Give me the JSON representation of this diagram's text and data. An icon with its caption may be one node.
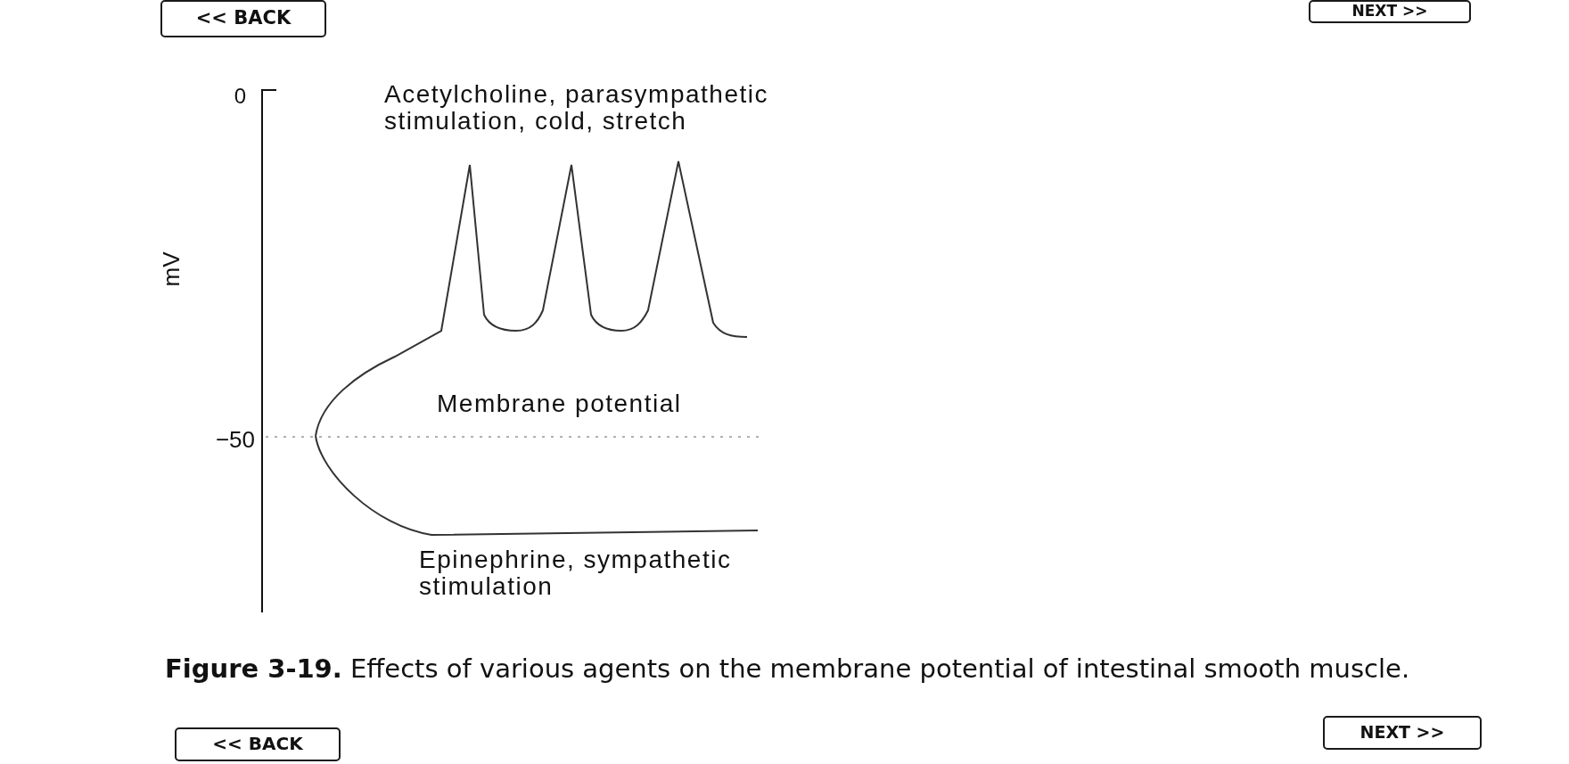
{
  "diagram": {
    "caption": "**Figure 3-19.** Effects of various agents on the membrane potential of intestinal smooth muscle.",
    "nodes": [
      {
        "text": [
          "<< BACK"
        ]
      },
      {
        "text": [
          "NEXT >>"
        ]
      },
      {
        "text": [
          "<< BACK"
        ]
      },
      {
        "text": [
          "NEXT >>"
        ]
      }
    ],
    "labels": [
      "0",
      "Acetylcholine, parasympathetic stimulation, cold, stretch",
      "mV",
      "Membrane potential",
      "−50",
      "Epinephrine, sympathetic stimulation"
    ]
  }
}
